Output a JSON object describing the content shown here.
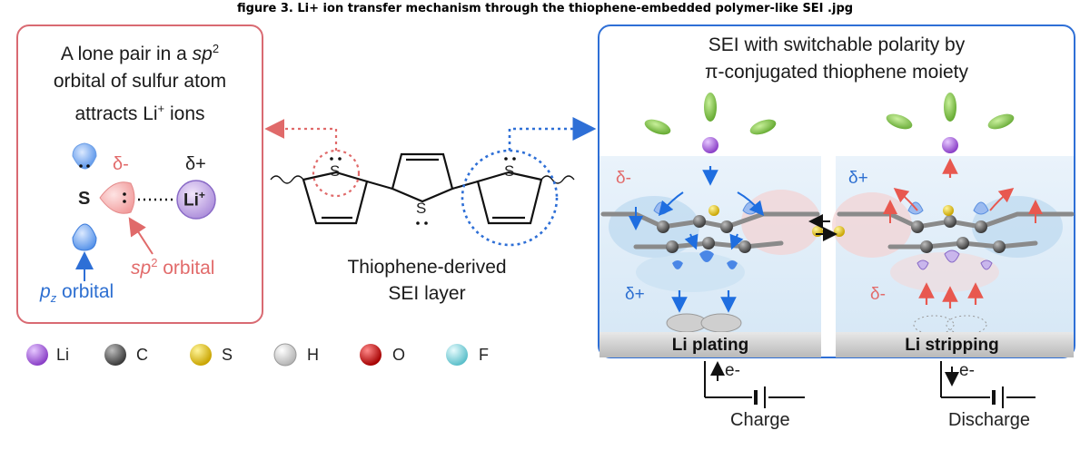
{
  "caption": "figure 3. Li+ ion transfer mechanism through the thiophene-embedded polymer-like SEI .jpg",
  "left_panel": {
    "title_line1_pre": "A lone pair in a ",
    "title_line1_it": "sp",
    "title_line1_sup": "2",
    "title_line2": "orbital of sulfur atom",
    "title_line3_pre": "attracts Li",
    "title_line3_sup": "+",
    "title_line3_post": " ions",
    "delta_minus": "δ-",
    "delta_plus": "δ+",
    "s_atom": "S",
    "li_ion": "Li",
    "li_sup": "+",
    "sp2_label_it": "sp",
    "sp2_label_sup": "2",
    "sp2_label_post": " orbital",
    "pz_label_it": "p",
    "pz_label_sub": "z",
    "pz_label_post": " orbital"
  },
  "center": {
    "s1": "S",
    "s2": "S",
    "s3": "S",
    "caption_line1": "Thiophene-derived",
    "caption_line2": "SEI layer"
  },
  "right_panel": {
    "title_line1": "SEI with switchable polarity by",
    "title_line2": "π-conjugated thiophene moiety",
    "left_delta_top": "δ-",
    "left_delta_bottom": "δ+",
    "right_delta_top": "δ+",
    "right_delta_bottom": "δ-",
    "plating_label": "Li plating",
    "stripping_label": "Li stripping"
  },
  "circuit": {
    "charge_e": "e-",
    "discharge_e": "e-",
    "charge_label": "Charge",
    "discharge_label": "Discharge"
  },
  "legend": [
    {
      "label": "Li",
      "color": "#9b59d6"
    },
    {
      "label": "C",
      "color": "#555555"
    },
    {
      "label": "S",
      "color": "#e2c300"
    },
    {
      "label": "H",
      "color": "#e6e6e6"
    },
    {
      "label": "O",
      "color": "#d11a1a"
    },
    {
      "label": "F",
      "color": "#7fd3dc"
    }
  ],
  "colors": {
    "red_accent": "#d96a72",
    "blue_accent": "#2e6fd6",
    "green_ion": "#7cc444"
  }
}
